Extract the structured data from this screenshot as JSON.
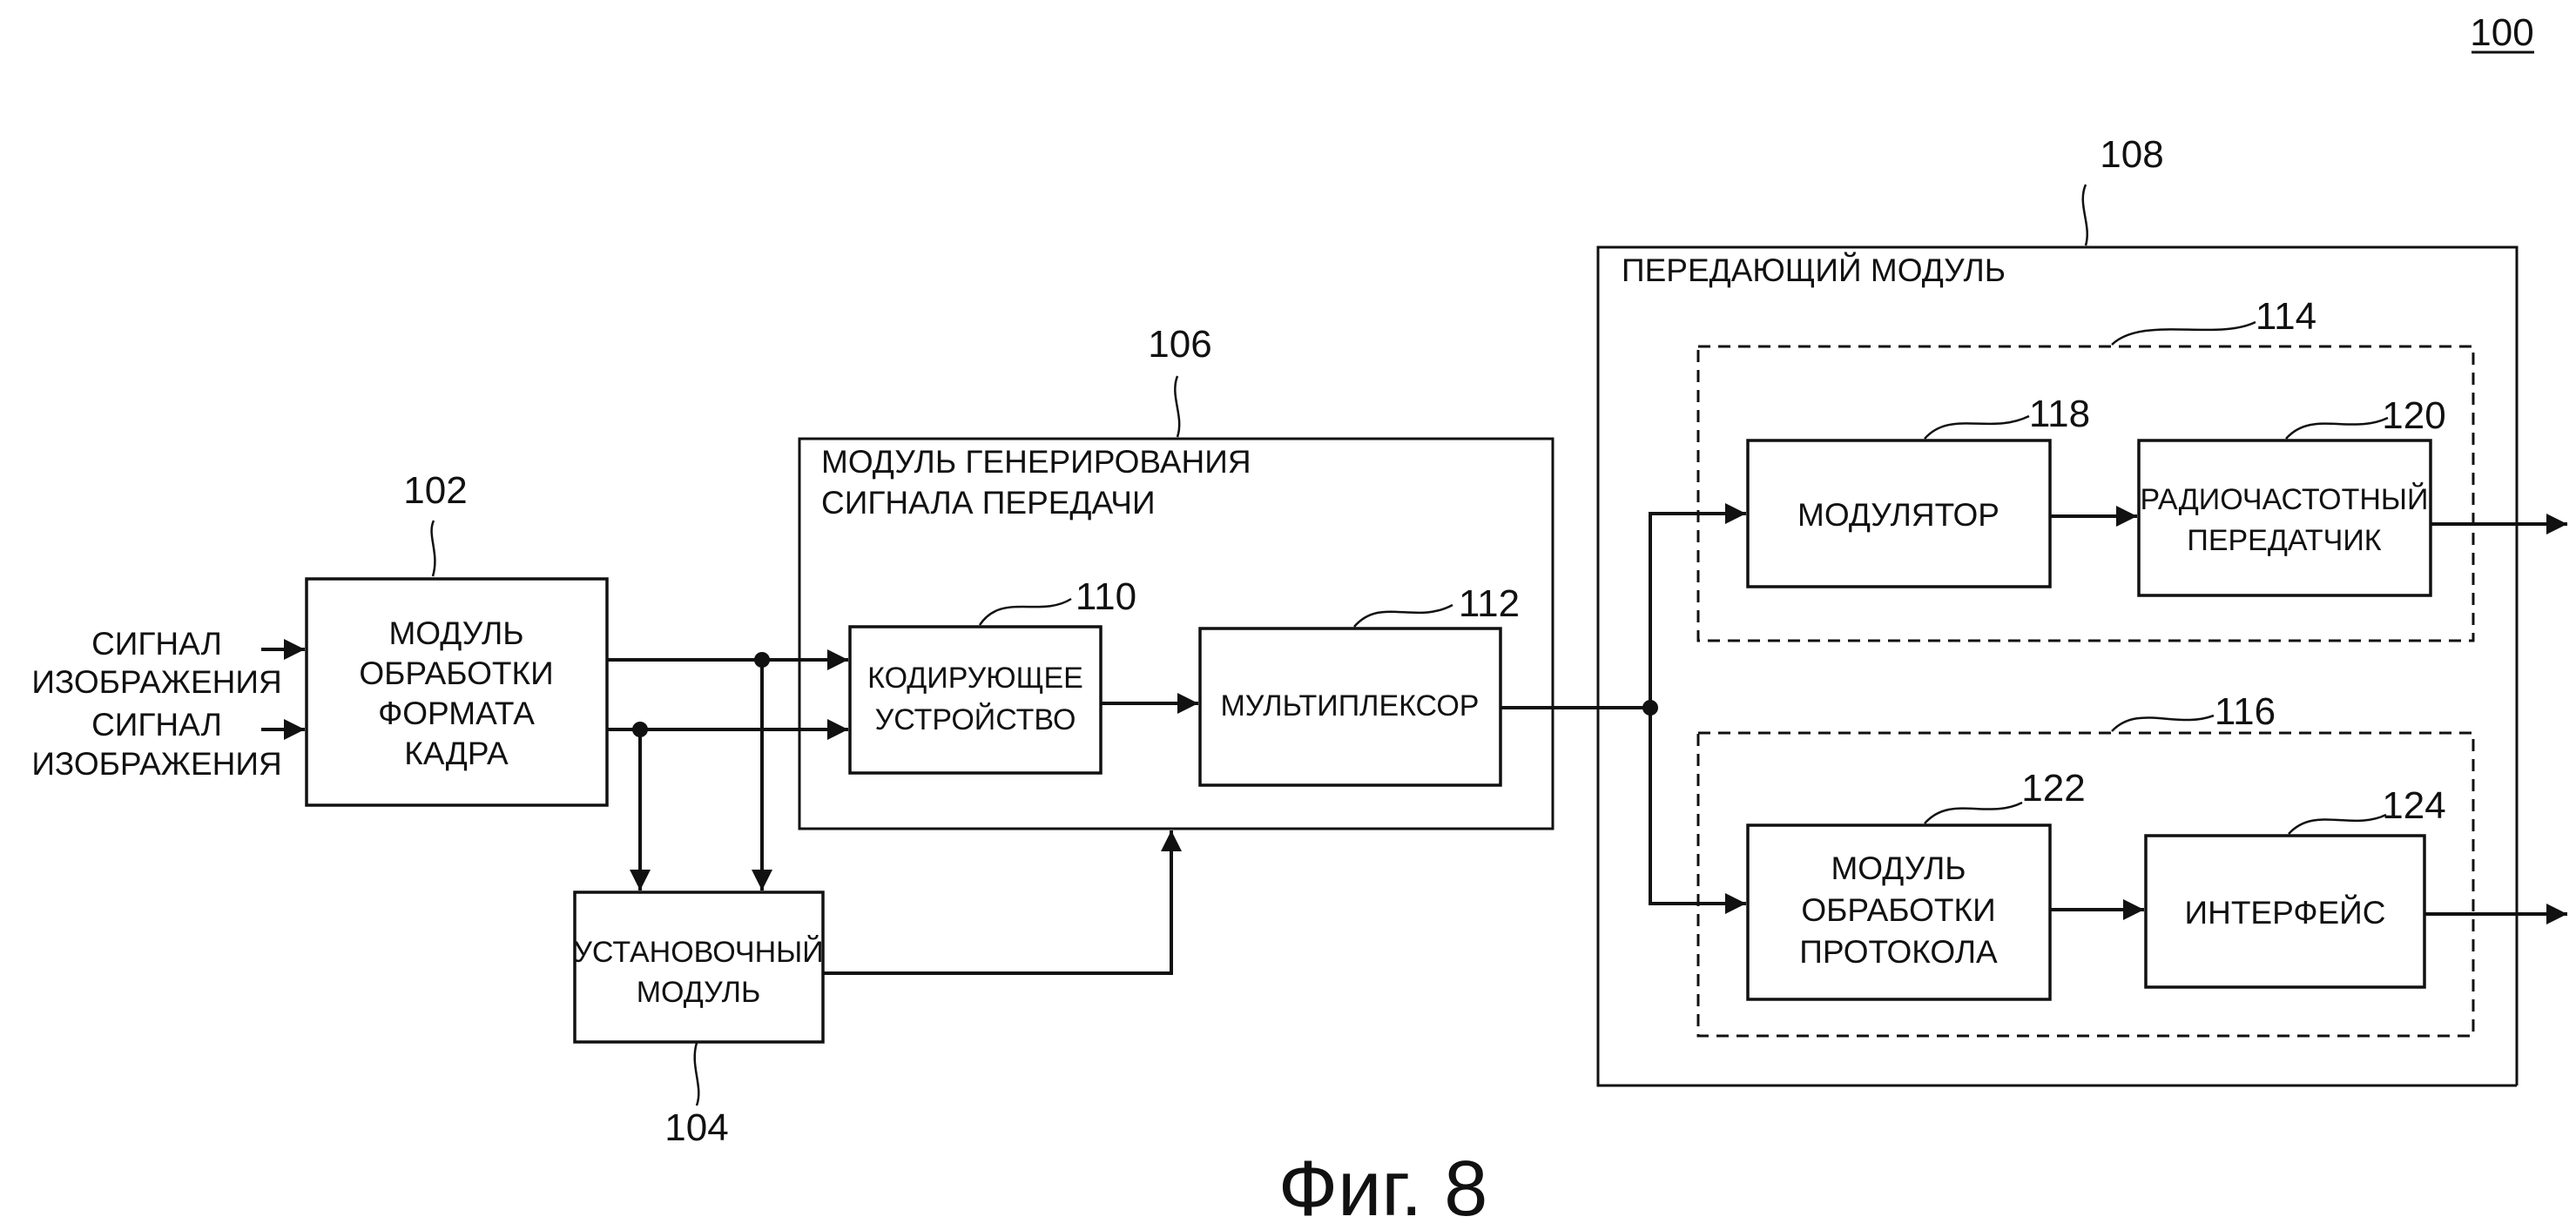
{
  "figure": {
    "caption": "Фиг. 8",
    "system_ref": "100"
  },
  "inputs": [
    {
      "line1": "СИГНАЛ",
      "line2": "ИЗОБРАЖЕНИЯ"
    },
    {
      "line1": "СИГНАЛ",
      "line2": "ИЗОБРАЖЕНИЯ"
    }
  ],
  "blocks": {
    "frame_format": {
      "ref": "102",
      "lines": [
        "МОДУЛЬ",
        "ОБРАБОТКИ",
        "ФОРМАТА",
        "КАДРА"
      ]
    },
    "setup": {
      "ref": "104",
      "lines": [
        "УСТАНОВОЧНЫЙ",
        "МОДУЛЬ"
      ]
    },
    "tx_signal_gen": {
      "ref": "106",
      "lines": [
        "МОДУЛЬ  ГЕНЕРИРОВАНИЯ",
        "СИГНАЛА ПЕРЕДАЧИ"
      ]
    },
    "encoder": {
      "ref": "110",
      "lines": [
        "КОДИРУЮЩЕЕ",
        "УСТРОЙСТВО"
      ]
    },
    "multiplexer": {
      "ref": "112",
      "label": "МУЛЬТИПЛЕКСОР"
    },
    "tx_module": {
      "ref": "108",
      "label": "ПЕРЕДАЮЩИЙ МОДУЛЬ"
    },
    "rf_group": {
      "ref": "114"
    },
    "protocol_group": {
      "ref": "116"
    },
    "modulator": {
      "ref": "118",
      "label": "МОДУЛЯТОР"
    },
    "rf_transmitter": {
      "ref": "120",
      "lines": [
        "РАДИОЧАСТОТНЫЙ",
        "ПЕРЕДАТЧИК"
      ]
    },
    "protocol": {
      "ref": "122",
      "lines": [
        "МОДУЛЬ",
        "ОБРАБОТКИ",
        "ПРОТОКОЛА"
      ]
    },
    "interface": {
      "ref": "124",
      "label": "ИНТЕРФЕЙС"
    }
  }
}
